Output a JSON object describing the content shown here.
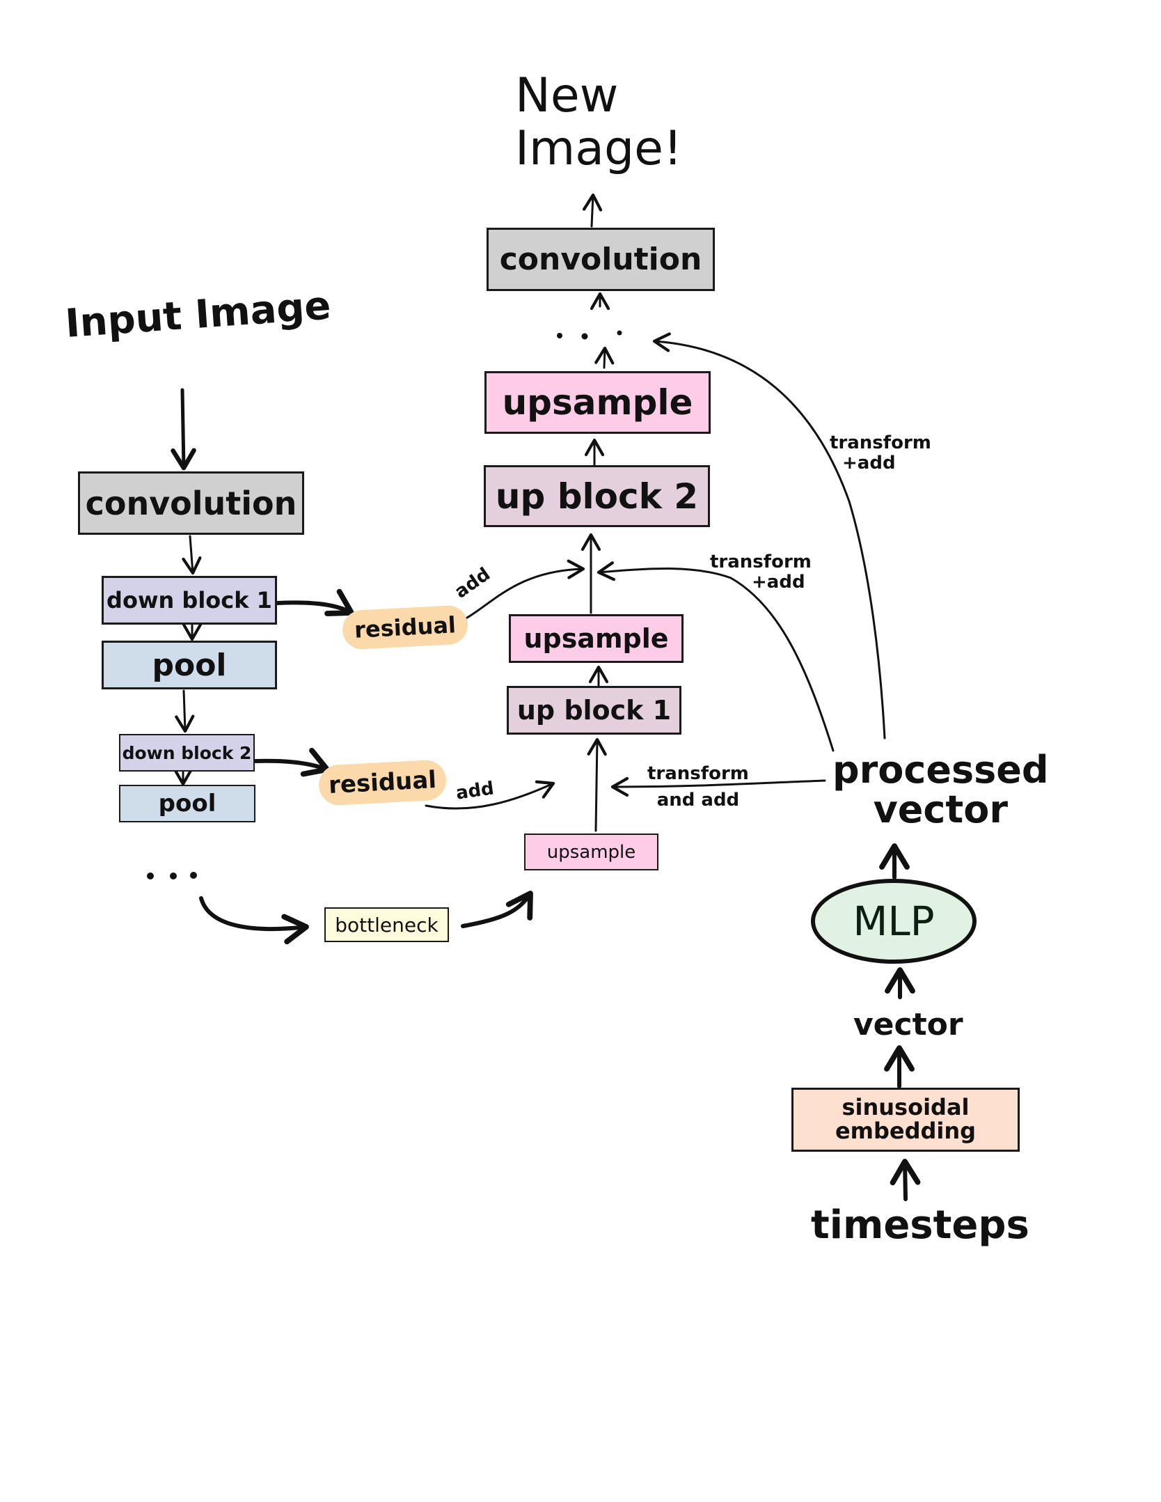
{
  "title": "Diffusion U-Net with timestep embedding",
  "colors": {
    "convolution": "#d0d0d0",
    "down_block": "#d3d2e8",
    "pool": "#cfdce9",
    "residual": "#fbd9aa",
    "bottleneck": "#fffbdc",
    "upsample": "#fdcde8",
    "up_block": "#e4cfdc",
    "mlp": "#e2f2e2",
    "sinusoidal": "#fde0cf",
    "stroke": "#111111"
  },
  "output": {
    "label_line1": "New",
    "label_line2": "Image!"
  },
  "input": {
    "label": "Input Image"
  },
  "encoder": {
    "convolution": "convolution",
    "down_block_1": "down block 1",
    "pool_1": "pool",
    "down_block_2": "down block 2",
    "pool_2": "pool",
    "ellipsis": ". . .",
    "residual_1": "residual",
    "residual_2": "residual",
    "add_1": "add",
    "add_2": "add"
  },
  "bottleneck": {
    "label": "bottleneck"
  },
  "decoder": {
    "upsample_bottom": "upsample",
    "up_block_1": "up block 1",
    "upsample_mid": "upsample",
    "up_block_2": "up block 2",
    "upsample_top": "upsample",
    "ellipsis": ". . .",
    "convolution": "convolution"
  },
  "time_path": {
    "timesteps": "timesteps",
    "sinusoidal_line1": "sinusoidal",
    "sinusoidal_line2": "embedding",
    "vector": "vector",
    "mlp": "MLP",
    "processed_line1": "processed",
    "processed_line2": "vector",
    "transform_and_add_line1": "transform",
    "transform_and_add_line2": "and add",
    "transform_add_mid_line1": "transform",
    "transform_add_mid_line2": "+add",
    "transform_add_top_line1": "transform",
    "transform_add_top_line2": "+add"
  }
}
